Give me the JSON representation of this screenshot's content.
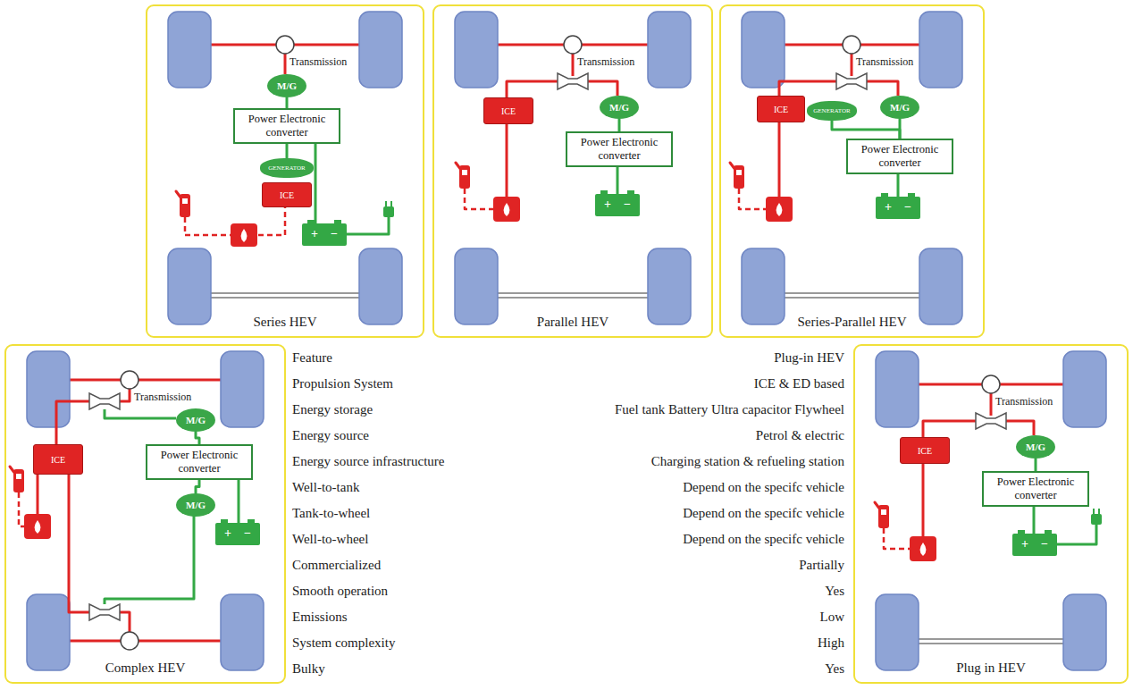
{
  "diagram": {
    "nodes": [
      {
        "text": [
          "Series HEV"
        ]
      },
      {
        "text": [
          "M/G"
        ],
        "in": 0
      },
      {
        "text": [
          "Power Electronic converter"
        ],
        "in": 0
      },
      {
        "text": [
          "GENERATOR"
        ],
        "in": 0
      },
      {
        "text": [
          "ICE"
        ],
        "in": 0
      },
      {
        "text": [
          "Parallel HEV"
        ]
      },
      {
        "text": [
          "ICE"
        ],
        "in": 5
      },
      {
        "text": [
          "M/G"
        ],
        "in": 5
      },
      {
        "text": [
          "Power Electronic converter"
        ],
        "in": 5
      },
      {
        "text": [
          "Series-Parallel HEV"
        ]
      },
      {
        "text": [
          "ICE"
        ],
        "in": 9
      },
      {
        "text": [
          "GENERATOR"
        ],
        "in": 9
      },
      {
        "text": [
          "M/G"
        ],
        "in": 9
      },
      {
        "text": [
          "Power Electronic converter"
        ],
        "in": 9
      },
      {
        "text": [
          "Complex HEV"
        ]
      },
      {
        "text": [
          "M/G"
        ],
        "in": 14
      },
      {
        "text": [
          "ICE"
        ],
        "in": 14
      },
      {
        "text": [
          "Power Electronic converter"
        ],
        "in": 14
      },
      {
        "text": [
          "M/G"
        ],
        "in": 14
      },
      {
        "text": [
          "Plug in HEV"
        ]
      },
      {
        "text": [
          "ICE"
        ],
        "in": 19
      },
      {
        "text": [
          "M/G"
        ],
        "in": 19
      },
      {
        "text": [
          "Power Electronic converter"
        ],
        "in": 19
      }
    ],
    "edges": [
      {
        "from": 1,
        "to": 2,
        "arrow": "none"
      },
      {
        "from": 2,
        "to": 3,
        "arrow": "none"
      },
      {
        "from": 7,
        "to": 8,
        "arrow": "none"
      },
      {
        "from": 12,
        "to": 13,
        "arrow": "none"
      },
      {
        "from": 11,
        "to": 13,
        "arrow": "none"
      },
      {
        "from": 15,
        "to": 17,
        "arrow": "none"
      },
      {
        "from": 18,
        "to": 17,
        "arrow": "none"
      },
      {
        "from": 21,
        "to": 22,
        "arrow": "none"
      }
    ],
    "labels": [
      "Feature",
      "Plug-in HEV",
      "Propulsion System",
      "ICE & ED based",
      "Energy storage",
      "Fuel tank Battery Ultra capacitor Flywheel",
      "Energy source",
      "Petrol & electric",
      "Energy source infrastructure",
      "Charging station & refueling station",
      "Well-to-tank",
      "Depend on the specifc vehicle",
      "Tank-to-wheel",
      "Depend on the specifc vehicle",
      "Well-to-wheel",
      "Depend on the specifc vehicle",
      "Commercialized",
      "Partially",
      "Smooth operation",
      "Yes",
      "Emissions",
      "Low",
      "System complexity",
      "High",
      "Bulky",
      "Yes",
      "Transmission",
      "Transmission",
      "Transmission",
      "Transmission",
      "Transmission",
      "+",
      "−",
      "+",
      "−",
      "+",
      "−",
      "+",
      "−",
      "+",
      "−"
    ]
  }
}
